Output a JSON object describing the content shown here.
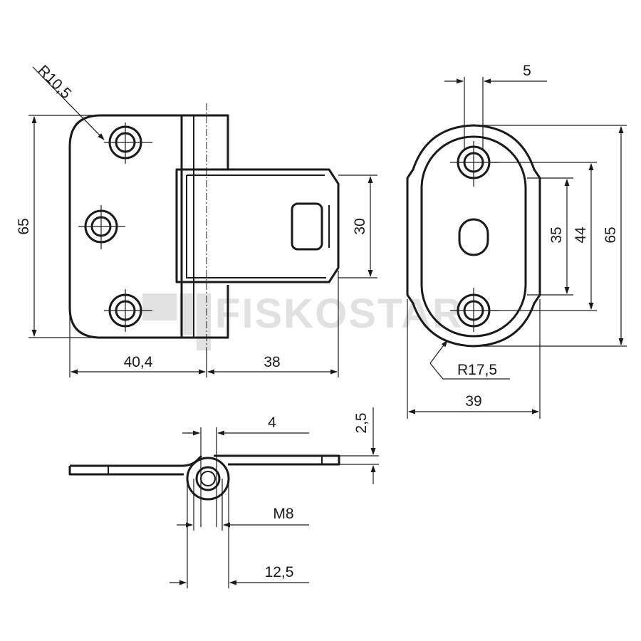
{
  "watermark": {
    "text": "FISKOSTAR"
  },
  "front_view": {
    "radius_label": "R10,5",
    "height_label": "65",
    "tab_height_label": "30",
    "left_width_label": "40,4",
    "right_width_label": "38"
  },
  "side_view": {
    "hole_spacing_label": "5",
    "total_height_label": "65",
    "outer_spacing_label": "44",
    "inner_spacing_label": "35",
    "radius_label": "R17,5",
    "width_label": "39"
  },
  "bottom_view": {
    "thickness_label": "2,5",
    "pin_offset_label": "4",
    "thread_label": "M8",
    "knuckle_label": "12,5"
  }
}
